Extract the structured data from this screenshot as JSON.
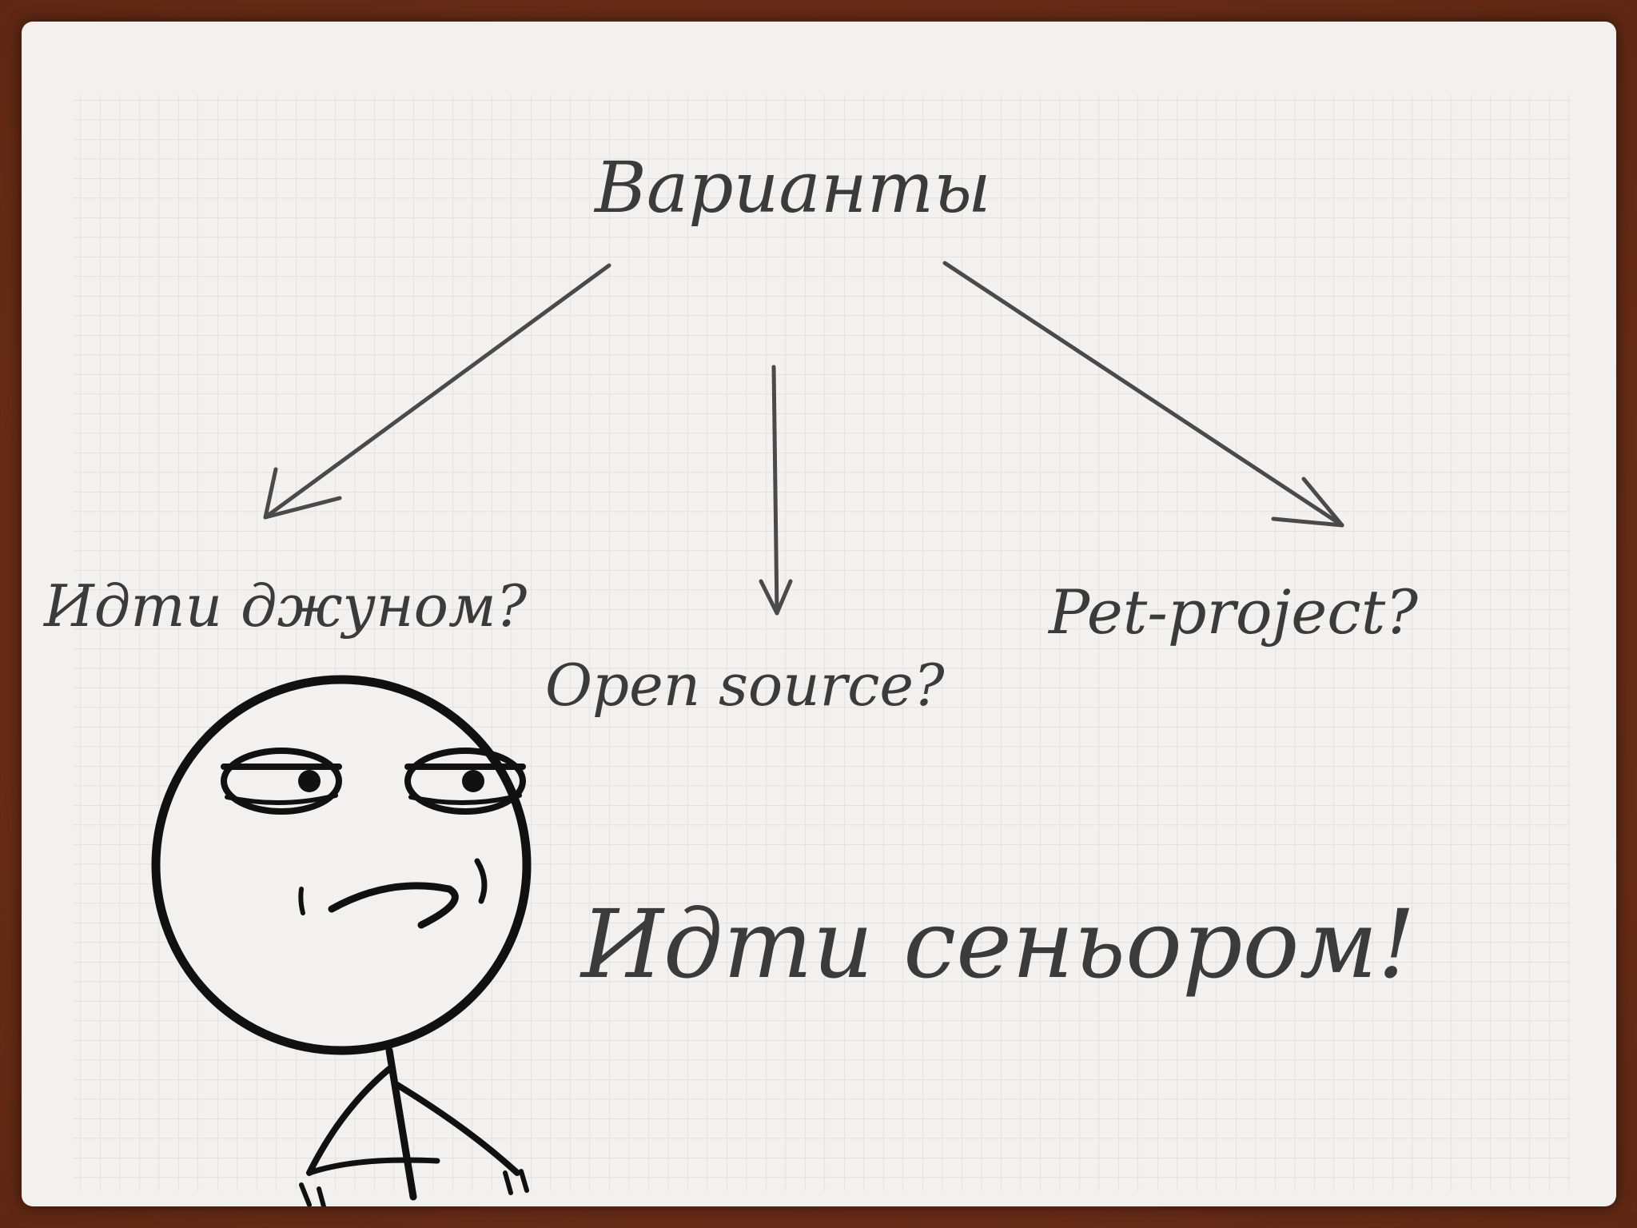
{
  "diagram": {
    "root": "Варианты",
    "options": [
      "Идти джуном?",
      "Open source?",
      "Pet-project?"
    ],
    "conclusion": "Идти сеньором!"
  },
  "colors": {
    "frame": "#6e2f1a",
    "paper": "#f2f1ef",
    "grid": "#d8d8d8",
    "ink": "#3b3b3b"
  },
  "icons": [
    "challenge-accepted-face-icon"
  ]
}
